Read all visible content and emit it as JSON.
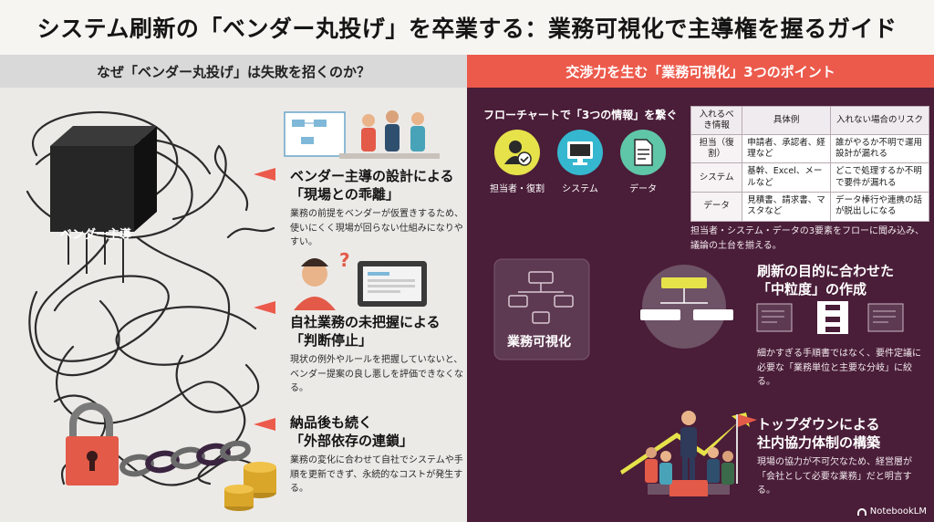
{
  "title": "システム刷新の「ベンダー丸投げ」を卒業する：業務可視化で主導権を握るガイド",
  "left": {
    "heading": "なぜ「ベンダー丸投げ」は失敗を招くのか？",
    "cube_label": "ベンダー主導",
    "points": [
      {
        "heading_line1": "ベンダー主導の設計による",
        "heading_line2": "「現場との乖離」",
        "body": "業務の前提をベンダーが仮置きするため、使いにくく現場が回らない仕組みになりやすい。"
      },
      {
        "heading_line1": "自社業務の未把握による",
        "heading_line2": "「判断停止」",
        "body": "現状の例外やルールを把握していないと、ベンダー提案の良し悪しを評価できなくなる。"
      },
      {
        "heading_line1": "納品後も続く",
        "heading_line2": "「外部依存の連鎖」",
        "body": "業務の変化に合わせて自社でシステムや手順を更新できず、永続的なコストが発生する。"
      }
    ]
  },
  "right": {
    "heading": "交渉力を生む「業務可視化」3つのポイント",
    "flow_caption": "フローチャートで「3つの情報」を繋ぐ",
    "icons": [
      {
        "label": "担当者・復割",
        "icon": "person-check-icon",
        "color": "#e6e24a"
      },
      {
        "label": "システム",
        "icon": "monitor-icon",
        "color": "#35b7cf"
      },
      {
        "label": "データ",
        "icon": "document-icon",
        "color": "#5fc6a8"
      }
    ],
    "table": {
      "headers": [
        "入れるべき情報",
        "具体例",
        "入れない場合のリスク"
      ],
      "rows": [
        [
          "担当（復割）",
          "申請者、承認者、経理など",
          "誰がやるか不明で運用設計が漏れる"
        ],
        [
          "システム",
          "基幹、Excel、メールなど",
          "どこで処理するか不明で要件が漏れる"
        ],
        [
          "データ",
          "見積書、請求書、マスタなど",
          "データ棒行や連携の話が脱出しになる"
        ]
      ]
    },
    "table_note": "担当者・システム・データの3要素をフローに聞み込み、議論の土台を揃える。",
    "box_label": "業務可視化",
    "points": [
      {
        "heading_line1": "刷新の目的に合わせた",
        "heading_line2": "「中粒度」の作成",
        "body": "細かすぎる手順書ではなく、要件定議に必要な「業務単位と主要な分岐」に絞る。"
      },
      {
        "heading_line1": "トップダウンによる",
        "heading_line2": "社内協力体制の構築",
        "body": "現場の協力が不可欠なため、経営層が「会社として必要な業務」だと明言する。"
      }
    ],
    "logo_text": "NotebookLM"
  }
}
